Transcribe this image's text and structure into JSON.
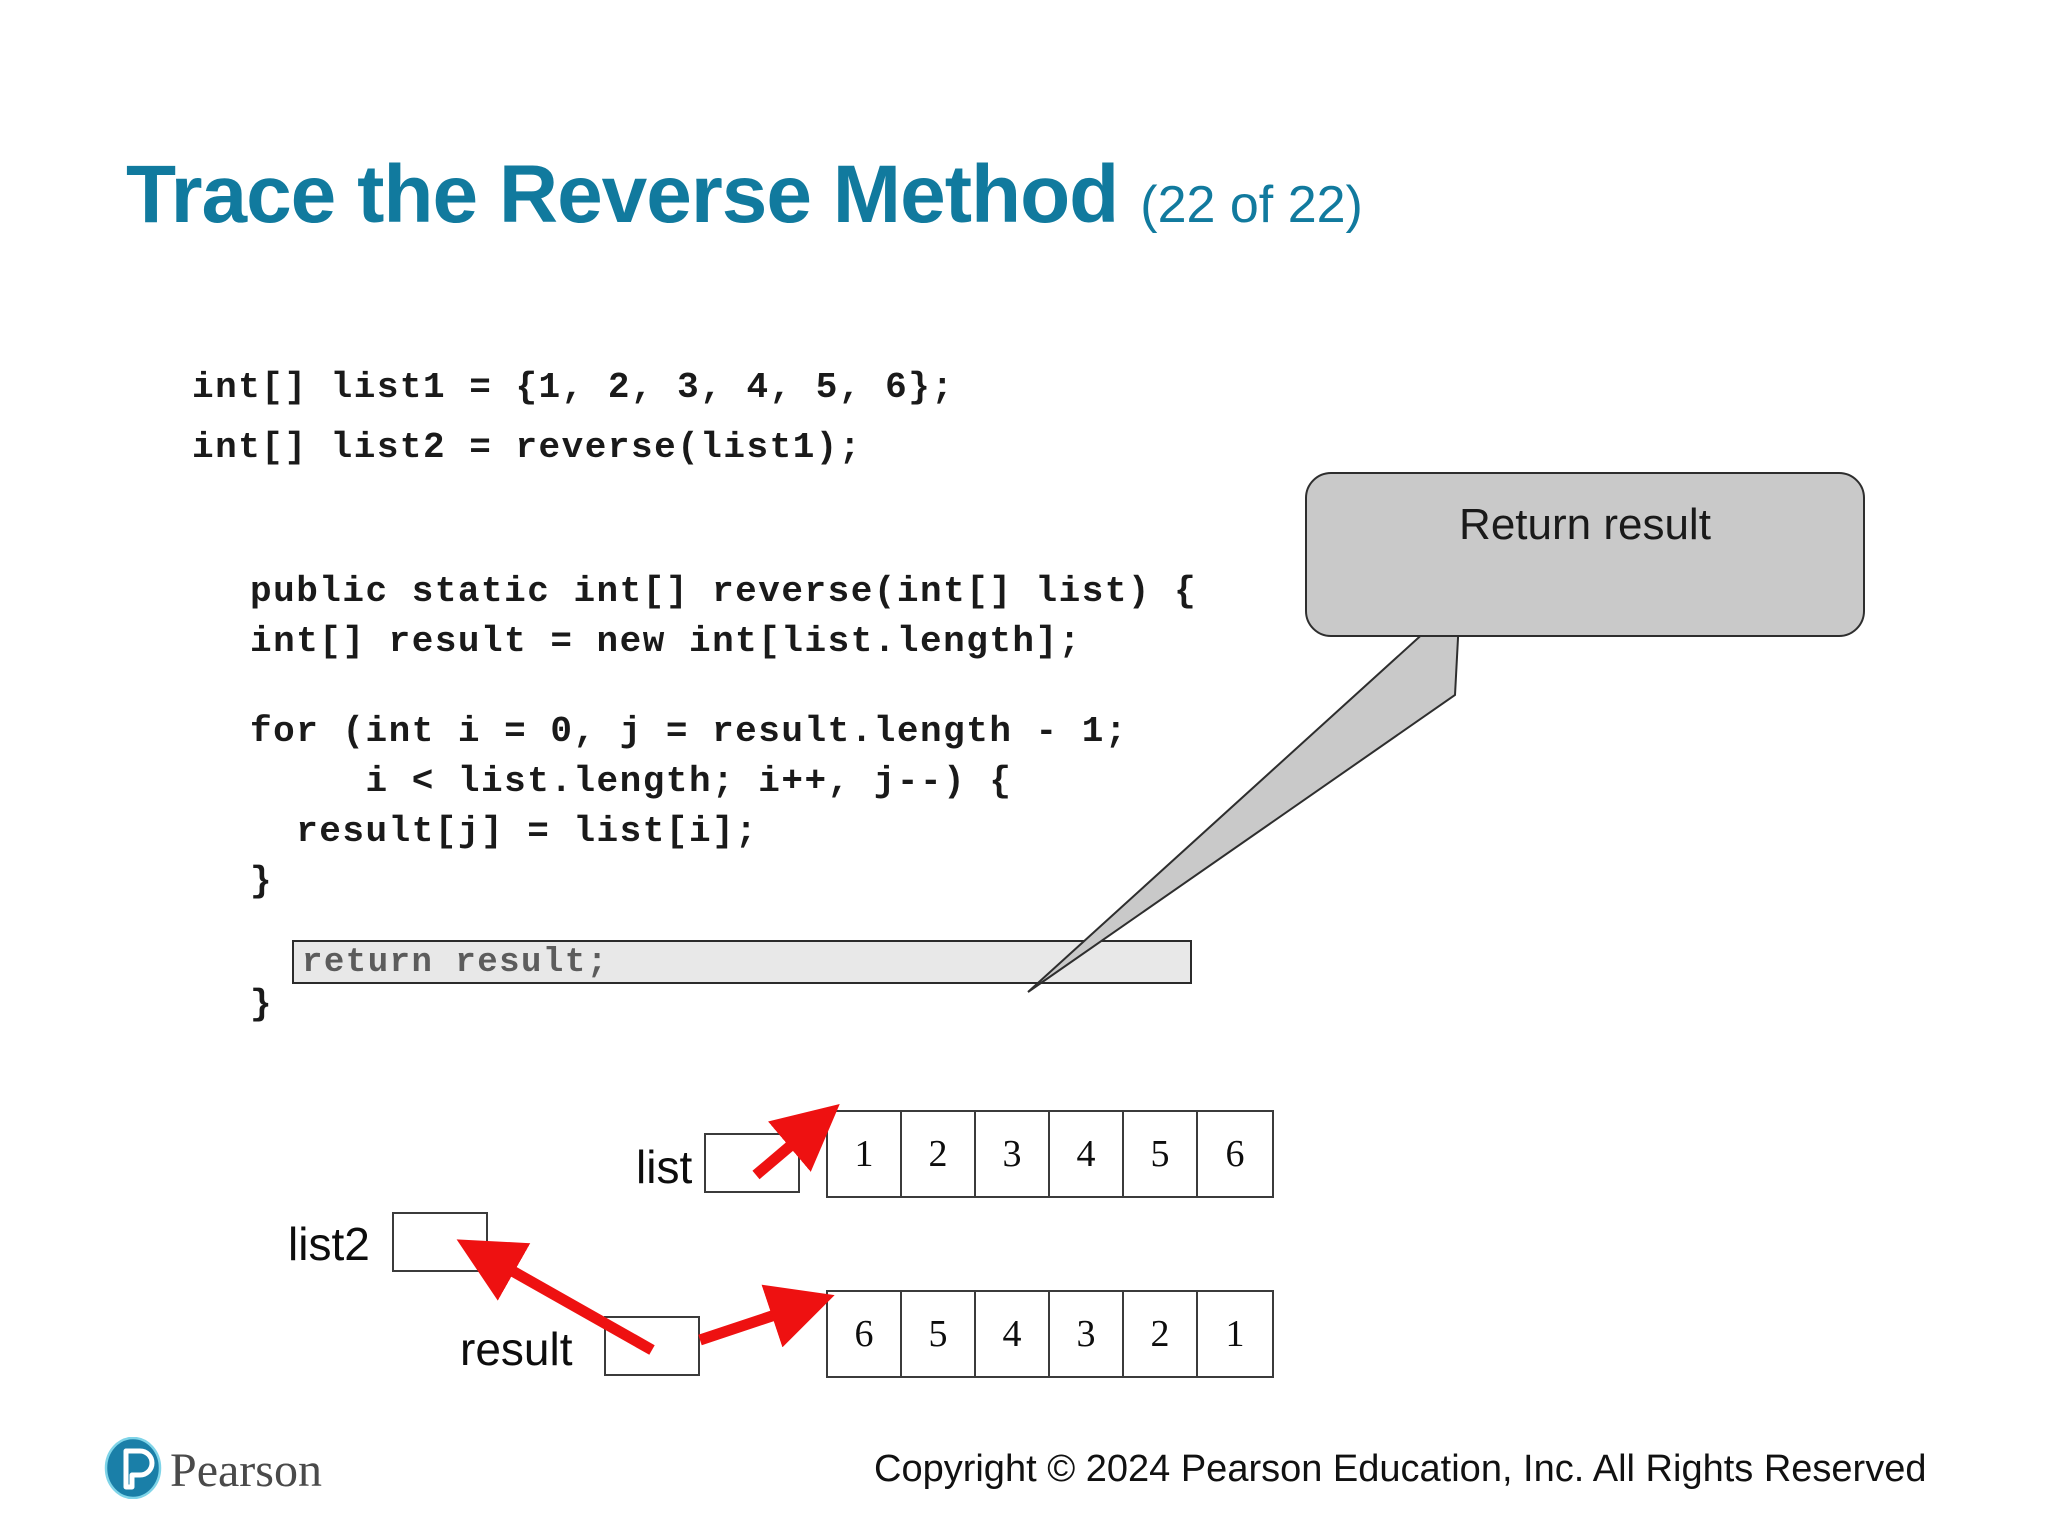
{
  "slide": {
    "title_main": "Trace the Reverse Method",
    "title_count": "(22 of 22)",
    "accent_color": "#117a9e"
  },
  "code": {
    "decl1": "int[] list1 = {1, 2, 3, 4, 5, 6};",
    "decl2": "int[] list2 = reverse(list1);",
    "signature": "public static int[] reverse(int[] list) {",
    "alloc": "int[] result = new int[list.length];",
    "for_line1": "for (int i = 0, j = result.length - 1;",
    "for_line2": "     i < list.length; i++, j--) {",
    "assign": "  result[j] = list[i];",
    "close_inner": "}",
    "return_stmt": "return result;",
    "close_outer": "}"
  },
  "callout": {
    "text": "Return result",
    "fill": "#c9c9c9",
    "border": "#2e2e2e"
  },
  "diagram": {
    "list_label": "list",
    "list2_label": "list2",
    "result_label": "result",
    "list_values": [
      "1",
      "2",
      "3",
      "4",
      "5",
      "6"
    ],
    "result_values": [
      "6",
      "5",
      "4",
      "3",
      "2",
      "1"
    ],
    "arrow_color": "#ee1111"
  },
  "footer": {
    "logo_text": "Pearson",
    "copyright": "Copyright © 2024 Pearson Education, Inc. All Rights Reserved"
  }
}
